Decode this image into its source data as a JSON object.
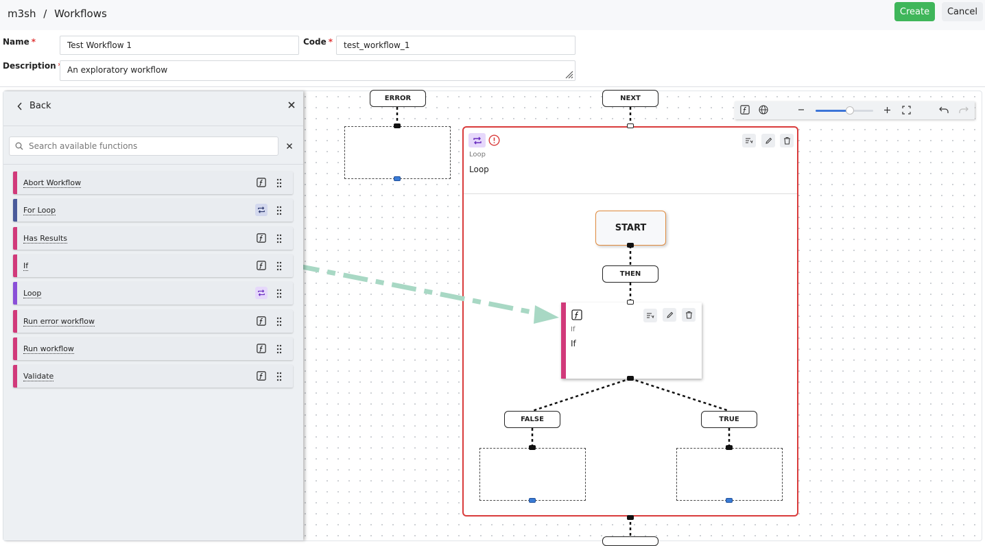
{
  "header": {
    "breadcrumb_root": "m3sh",
    "breadcrumb_sep": "/",
    "breadcrumb_page": "Workflows",
    "create_label": "Create",
    "cancel_label": "Cancel"
  },
  "form": {
    "name_label": "Name",
    "name_value": "Test Workflow 1",
    "code_label": "Code",
    "code_value": "test_workflow_1",
    "description_label": "Description",
    "description_value": "An exploratory workflow",
    "required_marker": "*"
  },
  "sidebar": {
    "back_label": "Back",
    "search_placeholder": "Search available functions",
    "functions": [
      {
        "label": "Abort Workflow",
        "color": "#d13a7a",
        "icon": "function-icon"
      },
      {
        "label": "For Loop",
        "color": "#4a5a9a",
        "icon": "loop-icon"
      },
      {
        "label": "Has Results",
        "color": "#d13a7a",
        "icon": "function-icon"
      },
      {
        "label": "If",
        "color": "#d13a7a",
        "icon": "function-icon"
      },
      {
        "label": "Loop",
        "color": "#8a4fd8",
        "icon": "loop-icon"
      },
      {
        "label": "Run error workflow",
        "color": "#d13a7a",
        "icon": "function-icon"
      },
      {
        "label": "Run workflow",
        "color": "#d13a7a",
        "icon": "function-icon"
      },
      {
        "label": "Validate",
        "color": "#d13a7a",
        "icon": "function-icon"
      }
    ]
  },
  "canvas": {
    "error_label": "ERROR",
    "next_label": "NEXT",
    "loop_node": {
      "type": "Loop",
      "name": "Loop",
      "border_color": "#d93a3a"
    },
    "start_label": "START",
    "then_label": "THEN",
    "if_node": {
      "type": "If",
      "name": "If"
    },
    "false_label": "FALSE",
    "true_label": "TRUE",
    "drag_arrow_color": "#a8d8c4"
  },
  "toolbar": {
    "zoom_level": 0.6
  }
}
